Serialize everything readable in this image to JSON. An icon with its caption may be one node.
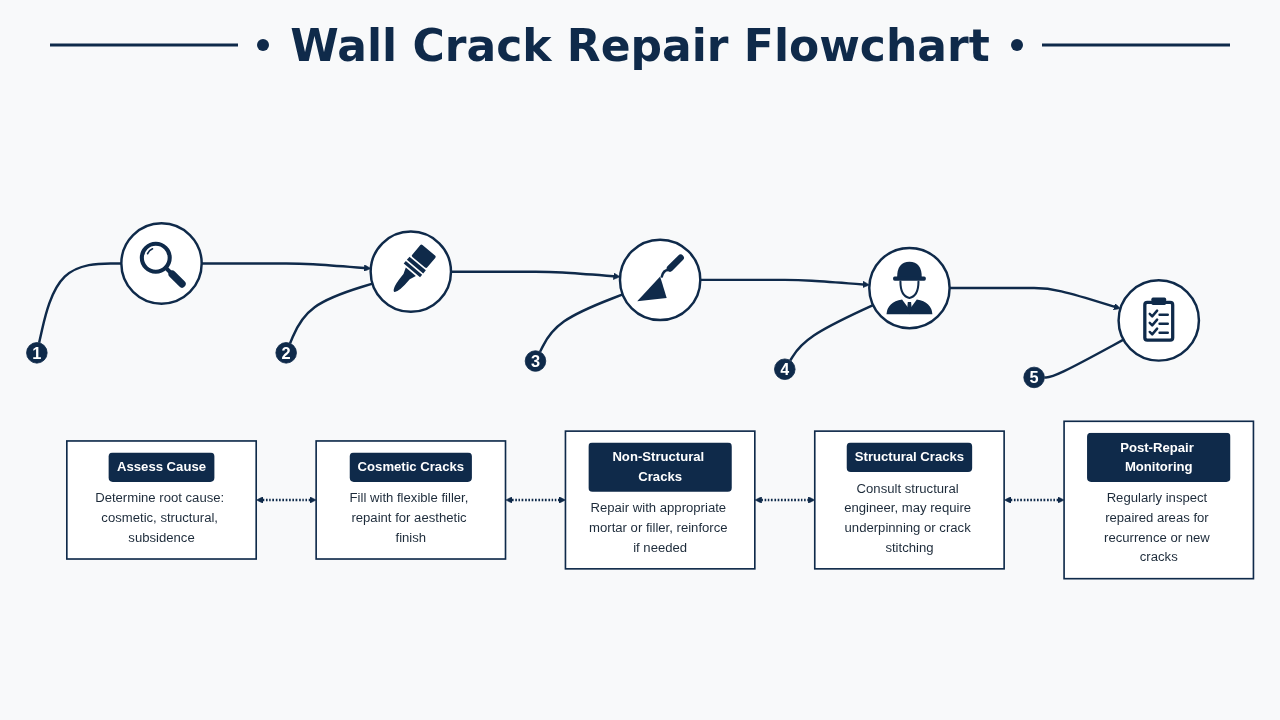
{
  "diagram": {
    "title": "Wall Crack Repair Flowchart",
    "nodes": [
      {
        "text": [
          "1"
        ]
      },
      {
        "text": [],
        "shape": "picture"
      },
      {
        "text": [
          "Assess Cause",
          "Determine root cause: cosmetic, structural, subsidence"
        ]
      },
      {
        "text": [
          "2"
        ]
      },
      {
        "text": [],
        "shape": "picture"
      },
      {
        "text": [
          "Cosmetic Cracks",
          "Fill with flexible filler, repaint for aesthetic finish"
        ]
      },
      {
        "text": [
          "3"
        ]
      },
      {
        "text": [],
        "shape": "picture"
      },
      {
        "text": [
          "Non-Structural Cracks",
          "Repair with appropriate mortar or filler, reinforce if needed"
        ]
      },
      {
        "text": [
          "4"
        ]
      },
      {
        "text": [],
        "shape": "picture"
      },
      {
        "text": [
          "Structural Cracks",
          "Consult structural engineer, may require underpinning or crack stitching"
        ]
      },
      {
        "text": [
          "5"
        ]
      },
      {
        "text": [],
        "shape": "picture"
      },
      {
        "text": [
          "Post-Repair Monitoring",
          "Regularly inspect repaired areas for recurrence or new cracks"
        ]
      }
    ],
    "edges": [
      {
        "from": 0,
        "to": 1,
        "arrow": "none"
      },
      {
        "from": 1,
        "to": 4,
        "arrow": "to"
      },
      {
        "from": 3,
        "to": 4,
        "arrow": "none"
      },
      {
        "from": 4,
        "to": 7,
        "arrow": "to"
      },
      {
        "from": 6,
        "to": 7,
        "arrow": "none"
      },
      {
        "from": 7,
        "to": 10,
        "arrow": "to"
      },
      {
        "from": 9,
        "to": 10,
        "arrow": "none"
      },
      {
        "from": 10,
        "to": 13,
        "arrow": "to"
      },
      {
        "from": 12,
        "to": 13,
        "arrow": "none"
      },
      {
        "from": 2,
        "to": 5,
        "arrow": "both",
        "style": "dashed"
      },
      {
        "from": 5,
        "to": 8,
        "arrow": "both",
        "style": "dashed"
      },
      {
        "from": 8,
        "to": 11,
        "arrow": "both",
        "style": "dashed"
      },
      {
        "from": 11,
        "to": 14,
        "arrow": "both",
        "style": "dashed"
      }
    ]
  }
}
